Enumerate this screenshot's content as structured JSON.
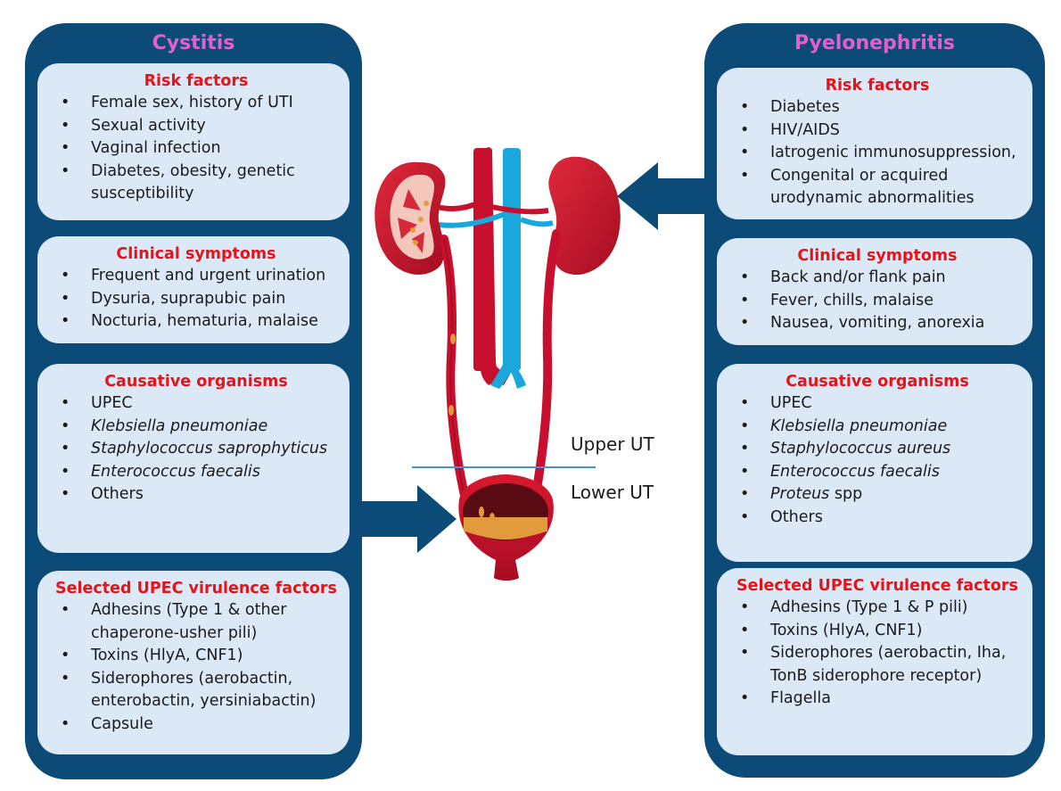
{
  "cystitis": {
    "title": "Cystitis",
    "risk": {
      "heading": "Risk factors",
      "items": [
        "Female sex, history of UTI",
        "Sexual activity",
        "Vaginal infection",
        "Diabetes, obesity, genetic susceptibility"
      ]
    },
    "symptoms": {
      "heading": "Clinical symptoms",
      "items": [
        "Frequent and urgent urination",
        "Dysuria, suprapubic pain",
        "Nocturia, hematuria, malaise"
      ]
    },
    "organisms": {
      "heading": "Causative organisms",
      "items": [
        "UPEC",
        "Klebsiella pneumoniae",
        "Staphylococcus saprophyticus",
        "Enterococcus faecalis",
        "Others"
      ]
    },
    "virulence": {
      "heading": "Selected UPEC virulence factors",
      "items": [
        "Adhesins (Type 1 & other chaperone-usher pili)",
        "Toxins (HlyA, CNF1)",
        "Siderophores (aerobactin, enterobactin, yersiniabactin)",
        "Capsule"
      ]
    }
  },
  "pyelonephritis": {
    "title": "Pyelonephritis",
    "risk": {
      "heading": "Risk factors",
      "items": [
        "Diabetes",
        "HIV/AIDS",
        "Iatrogenic immunosuppression,",
        "Congenital or acquired urodynamic abnormalities"
      ]
    },
    "symptoms": {
      "heading": "Clinical symptoms",
      "items": [
        "Back and/or flank pain",
        "Fever, chills, malaise",
        "Nausea, vomiting, anorexia"
      ]
    },
    "organisms": {
      "heading": "Causative organisms",
      "items": [
        "UPEC",
        "Klebsiella pneumoniae",
        "Staphylococcus aureus",
        "Enterococcus faecalis",
        "Proteus",
        "Others"
      ],
      "proteus_suffix": " spp"
    },
    "virulence": {
      "heading": "Selected UPEC virulence factors",
      "items": [
        "Adhesins (Type 1 & P pili)",
        "Toxins (HlyA, CNF1)",
        "Siderophores (aerobactin, Iha, TonB siderophore receptor)",
        "Flagella"
      ]
    }
  },
  "labels": {
    "upper": "Upper UT",
    "lower": "Lower UT"
  },
  "bullet": "•",
  "colors": {
    "panel": "#0c4a78",
    "card": "#dbe9f6",
    "heading": "#e3141b",
    "title": "#e060cf",
    "organ": "#c8102e",
    "vein": "#1aa7dc",
    "divider": "#4a90d9"
  }
}
